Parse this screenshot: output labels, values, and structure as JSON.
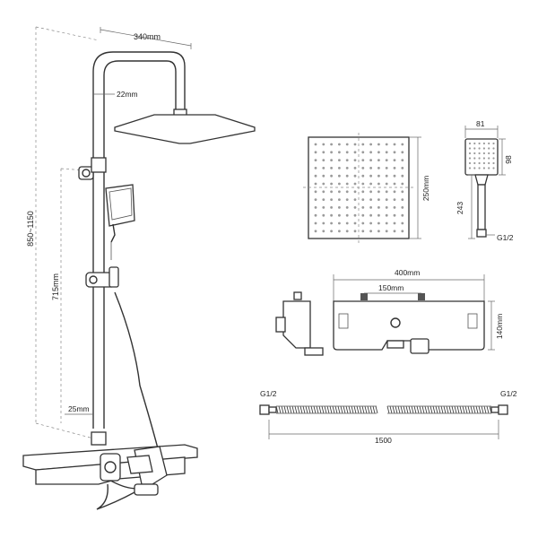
{
  "colors": {
    "line": "#333333",
    "dimension": "#666666",
    "nozzle": "#9a9a9a",
    "background": "#ffffff"
  },
  "shower_column": {
    "overhead_arm_width_label": "340mm",
    "pipe_diameter_label": "22mm",
    "total_height_label": "850~1150",
    "column_height_label": "715mm",
    "bottom_gap_label": "25mm"
  },
  "rain_head": {
    "size_label": "250mm"
  },
  "hand_shower": {
    "width_label": "81",
    "head_height_label": "98",
    "handle_length_label": "243",
    "thread_label": "G1/2"
  },
  "mixer_shelf": {
    "width_label": "400mm",
    "inlet_spacing_label": "150mm",
    "height_label": "140mm"
  },
  "hose": {
    "left_thread_label": "G1/2",
    "right_thread_label": "G1/2",
    "length_label": "1500"
  }
}
